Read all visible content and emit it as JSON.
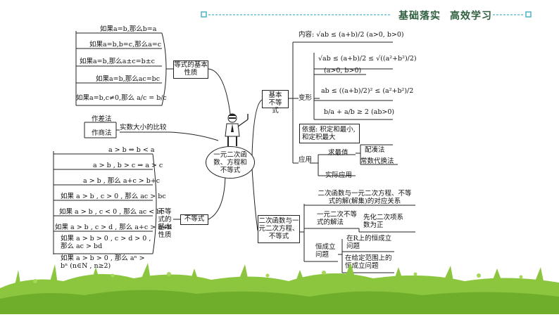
{
  "header": {
    "title_left": "基础落实",
    "title_right": "高效学习",
    "accent_color": "#4bb3c3"
  },
  "center": {
    "label": "一元二次函数、方程和不等式",
    "figure_icon": "teacher-pointer-icon"
  },
  "basic_properties": {
    "label": "等式的基本性质",
    "items": [
      "如果a=b,那么b=a",
      "如果a=b,b=c,那么a=c",
      "如果a=b,那么a±c=b±c",
      "如果a=b,那么ac=bc",
      "如果a=b,c≠0,那么 a/c = b/c"
    ]
  },
  "compare": {
    "label": "实数大小的比较",
    "methods": [
      "作差法",
      "作商法"
    ]
  },
  "inequality_properties": {
    "node_label": "不等式",
    "label": "不等式的基本性质",
    "items": [
      "a > b ⇔ b < a",
      "a > b , b > c ⇒ a > c",
      "a > b , 那么 a+c > b+c",
      "如果 a > b , c > 0 , 那么 ac > bc",
      "如果 a > b , c < 0 , 那么 ac < bc",
      "如果 a > b , c > d , 那么 a+c > b+d",
      "如果 a > b > 0 , c > d > 0 , 那么 ac > bd",
      "如果 a > b > 0 , 那么 aⁿ > bⁿ (n∈N , n≥2)"
    ]
  },
  "basic_inequality": {
    "label": "基本不等式",
    "content": "内容: √ab ≤ (a+b)/2 (a>0, b>0)",
    "transform_label": "变形",
    "transforms": [
      "√ab ≤ (a+b)/2 ≤ √((a²+b²)/2)",
      "(a>0, b>0)",
      "ab ≤ ((a+b)/2)² ≤ (a²+b²)/2",
      "b/a + a/b ≥ 2 (ab>0)"
    ],
    "basis": "依据: 积定和最小, 和定积最大",
    "application_label": "应用",
    "max_value": "求最值",
    "max_methods": [
      "配凑法",
      "常数代换法"
    ],
    "practical": "实际应用"
  },
  "quadratic": {
    "label": "二次函数与一元二次方程、不等式",
    "relation": "二次函数与一元二次方程、不等式的解(解集)的对应关系",
    "solve_label": "一元二次不等式的解法",
    "solve_method": "先化二次项系数为正",
    "always_label": "恒成立问题",
    "always_items": [
      "在R上的恒成立问题",
      "在给定范围上的恒成立问题"
    ]
  }
}
